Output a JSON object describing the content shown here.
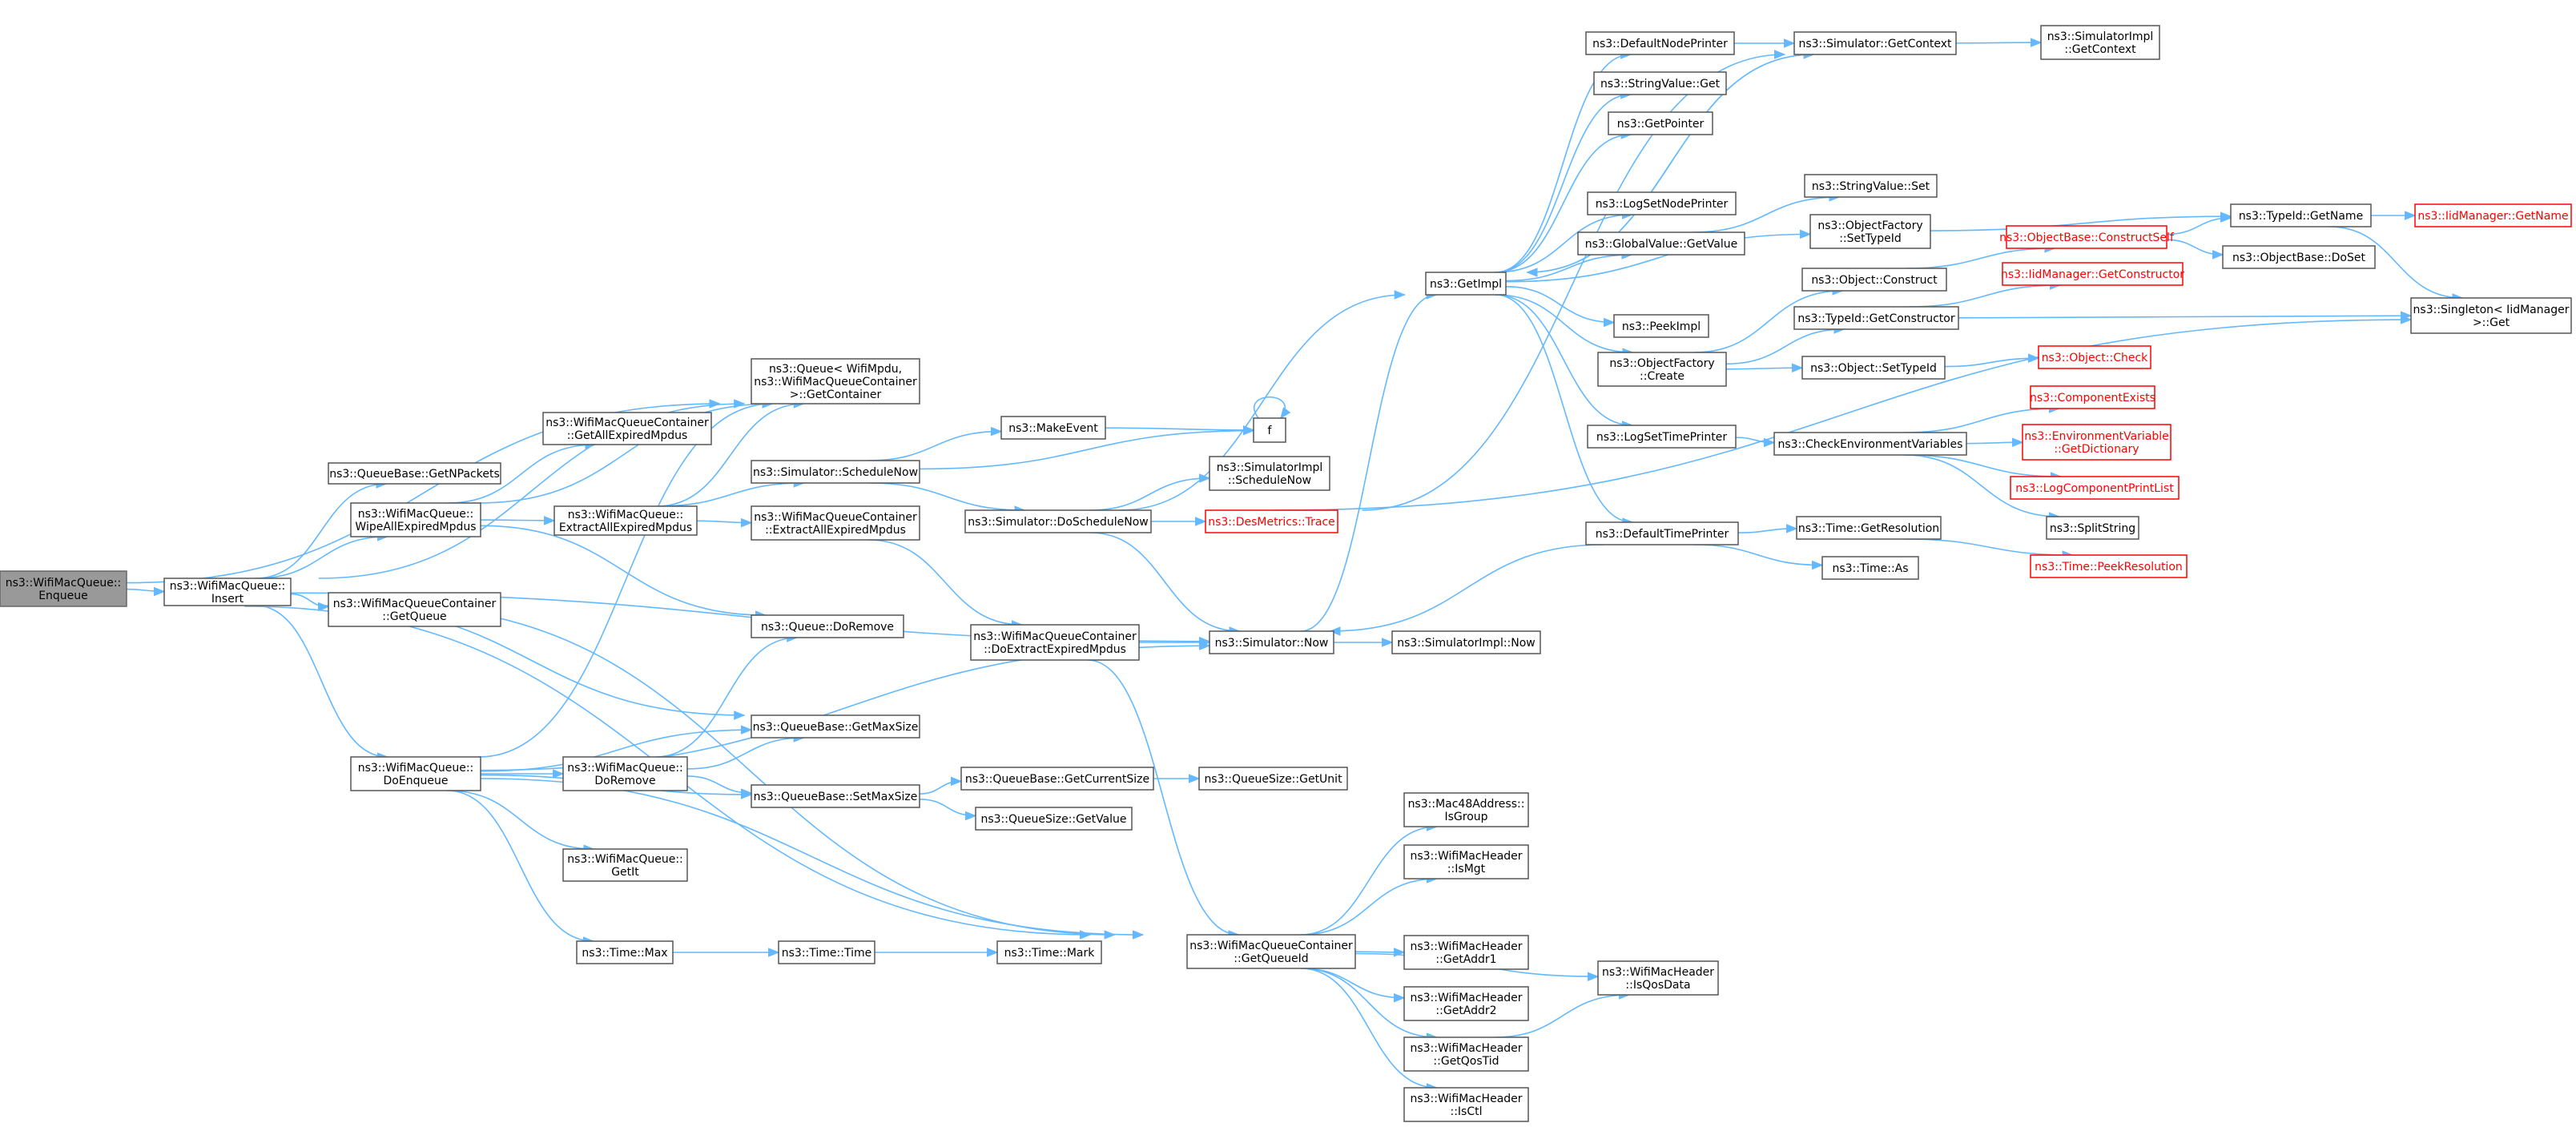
{
  "colors": {
    "edge": "#63b8ff",
    "node_border": "#555555",
    "root_fill": "#999999",
    "incomplete_border": "#ff0000"
  },
  "nodes": [
    {
      "id": "root",
      "lines": [
        "ns3::WifiMacQueue::",
        "Enqueue"
      ],
      "style": "root"
    },
    {
      "id": "insert",
      "lines": [
        "ns3::WifiMacQueue::",
        "Insert"
      ]
    },
    {
      "id": "getcontainer",
      "lines": [
        "ns3::Queue< WifiMpdu,",
        "ns3::WifiMacQueueContainer",
        ">::GetContainer"
      ]
    },
    {
      "id": "getnpackets",
      "lines": [
        "ns3::QueueBase::GetNPackets"
      ]
    },
    {
      "id": "wipeall",
      "lines": [
        "ns3::WifiMacQueue::",
        "WipeAllExpiredMpdus"
      ]
    },
    {
      "id": "getallexpired",
      "lines": [
        "ns3::WifiMacQueueContainer",
        "::GetAllExpiredMpdus"
      ]
    },
    {
      "id": "extractall",
      "lines": [
        "ns3::WifiMacQueue::",
        "ExtractAllExpiredMpdus"
      ]
    },
    {
      "id": "cont_extractall",
      "lines": [
        "ns3::WifiMacQueueContainer",
        "::ExtractAllExpiredMpdus"
      ]
    },
    {
      "id": "cont_getqueue",
      "lines": [
        "ns3::WifiMacQueueContainer",
        "::GetQueue"
      ]
    },
    {
      "id": "queue_doremove",
      "lines": [
        "ns3::Queue::DoRemove"
      ]
    },
    {
      "id": "qb_getmaxsize",
      "lines": [
        "ns3::QueueBase::GetMaxSize"
      ]
    },
    {
      "id": "doenqueue",
      "lines": [
        "ns3::WifiMacQueue::",
        "DoEnqueue"
      ]
    },
    {
      "id": "wmq_doremove",
      "lines": [
        "ns3::WifiMacQueue::",
        "DoRemove"
      ]
    },
    {
      "id": "qb_setmaxsize",
      "lines": [
        "ns3::QueueBase::SetMaxSize"
      ]
    },
    {
      "id": "getit",
      "lines": [
        "ns3::WifiMacQueue::",
        "GetIt"
      ]
    },
    {
      "id": "time_max",
      "lines": [
        "ns3::Time::Max"
      ]
    },
    {
      "id": "time_time",
      "lines": [
        "ns3::Time::Time"
      ]
    },
    {
      "id": "time_mark",
      "lines": [
        "ns3::Time::Mark"
      ]
    },
    {
      "id": "schedulenow",
      "lines": [
        "ns3::Simulator::ScheduleNow"
      ]
    },
    {
      "id": "makeevent",
      "lines": [
        "ns3::MakeEvent"
      ]
    },
    {
      "id": "f",
      "lines": [
        "f"
      ]
    },
    {
      "id": "simimpl_schedulenow",
      "lines": [
        "ns3::SimulatorImpl",
        "::ScheduleNow"
      ]
    },
    {
      "id": "doschedulenow",
      "lines": [
        "ns3::Simulator::DoScheduleNow"
      ]
    },
    {
      "id": "desmetrics",
      "lines": [
        "ns3::DesMetrics::Trace"
      ],
      "style": "red"
    },
    {
      "id": "doextractexpired",
      "lines": [
        "ns3::WifiMacQueueContainer",
        "::DoExtractExpiredMpdus"
      ]
    },
    {
      "id": "sim_now",
      "lines": [
        "ns3::Simulator::Now"
      ]
    },
    {
      "id": "simimpl_now",
      "lines": [
        "ns3::SimulatorImpl::Now"
      ]
    },
    {
      "id": "qb_getcurrentsize",
      "lines": [
        "ns3::QueueBase::GetCurrentSize"
      ]
    },
    {
      "id": "qs_getunit",
      "lines": [
        "ns3::QueueSize::GetUnit"
      ]
    },
    {
      "id": "qs_getvalue",
      "lines": [
        "ns3::QueueSize::GetValue"
      ]
    },
    {
      "id": "getqueueid",
      "lines": [
        "ns3::WifiMacQueueContainer",
        "::GetQueueId"
      ]
    },
    {
      "id": "isgroup",
      "lines": [
        "ns3::Mac48Address::",
        "IsGroup"
      ]
    },
    {
      "id": "ismgt",
      "lines": [
        "ns3::WifiMacHeader",
        "::IsMgt"
      ]
    },
    {
      "id": "getaddr1",
      "lines": [
        "ns3::WifiMacHeader",
        "::GetAddr1"
      ]
    },
    {
      "id": "getaddr2",
      "lines": [
        "ns3::WifiMacHeader",
        "::GetAddr2"
      ]
    },
    {
      "id": "getqostid",
      "lines": [
        "ns3::WifiMacHeader",
        "::GetQosTid"
      ]
    },
    {
      "id": "isctl",
      "lines": [
        "ns3::WifiMacHeader",
        "::IsCtl"
      ]
    },
    {
      "id": "isqosdata",
      "lines": [
        "ns3::WifiMacHeader",
        "::IsQosData"
      ]
    },
    {
      "id": "getimpl",
      "lines": [
        "ns3::GetImpl"
      ]
    },
    {
      "id": "defaultnodeprinter",
      "lines": [
        "ns3::DefaultNodePrinter"
      ]
    },
    {
      "id": "stringvalue_get",
      "lines": [
        "ns3::StringValue::Get"
      ]
    },
    {
      "id": "getpointer",
      "lines": [
        "ns3::GetPointer"
      ]
    },
    {
      "id": "logsetnodeprinter",
      "lines": [
        "ns3::LogSetNodePrinter"
      ]
    },
    {
      "id": "globalvalue_getvalue",
      "lines": [
        "ns3::GlobalValue::GetValue"
      ]
    },
    {
      "id": "peekimpl",
      "lines": [
        "ns3::PeekImpl"
      ]
    },
    {
      "id": "objectfactory_create",
      "lines": [
        "ns3::ObjectFactory",
        "::Create"
      ]
    },
    {
      "id": "logsettimeprinter",
      "lines": [
        "ns3::LogSetTimePrinter"
      ]
    },
    {
      "id": "defaulttimeprinter",
      "lines": [
        "ns3::DefaultTimePrinter"
      ]
    },
    {
      "id": "sim_getcontext",
      "lines": [
        "ns3::Simulator::GetContext"
      ]
    },
    {
      "id": "simimpl_getcontext",
      "lines": [
        "ns3::SimulatorImpl",
        "::GetContext"
      ]
    },
    {
      "id": "stringvalue_set",
      "lines": [
        "ns3::StringValue::Set"
      ]
    },
    {
      "id": "objectfactory_settypeid",
      "lines": [
        "ns3::ObjectFactory",
        "::SetTypeId"
      ]
    },
    {
      "id": "object_construct",
      "lines": [
        "ns3::Object::Construct"
      ]
    },
    {
      "id": "typeid_getconstructor",
      "lines": [
        "ns3::TypeId::GetConstructor"
      ]
    },
    {
      "id": "object_settypeid",
      "lines": [
        "ns3::Object::SetTypeId"
      ]
    },
    {
      "id": "checkenv",
      "lines": [
        "ns3::CheckEnvironmentVariables"
      ]
    },
    {
      "id": "time_getresolution",
      "lines": [
        "ns3::Time::GetResolution"
      ]
    },
    {
      "id": "time_as",
      "lines": [
        "ns3::Time::As"
      ]
    },
    {
      "id": "typeid_getname",
      "lines": [
        "ns3::TypeId::GetName"
      ]
    },
    {
      "id": "iidmanager_getname",
      "lines": [
        "ns3::IidManager::GetName"
      ],
      "style": "red"
    },
    {
      "id": "objectbase_constructself",
      "lines": [
        "ns3::ObjectBase::ConstructSelf"
      ],
      "style": "red"
    },
    {
      "id": "objectbase_doset",
      "lines": [
        "ns3::ObjectBase::DoSet"
      ]
    },
    {
      "id": "iidmanager_getconstructor",
      "lines": [
        "ns3::IidManager::GetConstructor"
      ],
      "style": "red"
    },
    {
      "id": "singleton_get",
      "lines": [
        "ns3::Singleton< IidManager",
        ">::Get"
      ]
    },
    {
      "id": "object_check",
      "lines": [
        "ns3::Object::Check"
      ],
      "style": "red"
    },
    {
      "id": "componentexists",
      "lines": [
        "ns3::ComponentExists"
      ],
      "style": "red"
    },
    {
      "id": "env_getdictionary",
      "lines": [
        "ns3::EnvironmentVariable",
        "::GetDictionary"
      ],
      "style": "red"
    },
    {
      "id": "logcomponentprintlist",
      "lines": [
        "ns3::LogComponentPrintList"
      ],
      "style": "red"
    },
    {
      "id": "splitstring",
      "lines": [
        "ns3::SplitString"
      ]
    },
    {
      "id": "time_peekresolution",
      "lines": [
        "ns3::Time::PeekResolution"
      ],
      "style": "red"
    }
  ],
  "edges": [
    [
      "root",
      "insert"
    ],
    [
      "root",
      "getcontainer"
    ],
    [
      "root",
      "getqueueid"
    ],
    [
      "insert",
      "getcontainer"
    ],
    [
      "insert",
      "getnpackets"
    ],
    [
      "insert",
      "wipeall"
    ],
    [
      "insert",
      "cont_getqueue"
    ],
    [
      "insert",
      "qb_getmaxsize"
    ],
    [
      "insert",
      "doenqueue"
    ],
    [
      "insert",
      "sim_now"
    ],
    [
      "insert",
      "getqueueid"
    ],
    [
      "wipeall",
      "getcontainer"
    ],
    [
      "wipeall",
      "getallexpired"
    ],
    [
      "wipeall",
      "extractall"
    ],
    [
      "wipeall",
      "queue_doremove"
    ],
    [
      "extractall",
      "getcontainer"
    ],
    [
      "extractall",
      "schedulenow"
    ],
    [
      "extractall",
      "cont_extractall"
    ],
    [
      "cont_extractall",
      "doextractexpired"
    ],
    [
      "doenqueue",
      "getcontainer"
    ],
    [
      "doenqueue",
      "sim_now"
    ],
    [
      "doenqueue",
      "qb_getmaxsize"
    ],
    [
      "doenqueue",
      "wmq_doremove"
    ],
    [
      "doenqueue",
      "qb_setmaxsize"
    ],
    [
      "doenqueue",
      "getit"
    ],
    [
      "doenqueue",
      "time_max"
    ],
    [
      "doenqueue",
      "getqueueid"
    ],
    [
      "wmq_doremove",
      "queue_doremove"
    ],
    [
      "wmq_doremove",
      "qb_getmaxsize"
    ],
    [
      "wmq_doremove",
      "qb_setmaxsize"
    ],
    [
      "qb_setmaxsize",
      "qb_getcurrentsize"
    ],
    [
      "qb_setmaxsize",
      "qs_getvalue"
    ],
    [
      "qb_getcurrentsize",
      "qs_getunit"
    ],
    [
      "time_max",
      "time_time"
    ],
    [
      "time_time",
      "time_mark"
    ],
    [
      "schedulenow",
      "makeevent"
    ],
    [
      "schedulenow",
      "f"
    ],
    [
      "schedulenow",
      "doschedulenow"
    ],
    [
      "makeevent",
      "f"
    ],
    [
      "f",
      "f"
    ],
    [
      "doschedulenow",
      "simimpl_schedulenow"
    ],
    [
      "doschedulenow",
      "desmetrics"
    ],
    [
      "doschedulenow",
      "getimpl"
    ],
    [
      "doschedulenow",
      "sim_now"
    ],
    [
      "doschedulenow",
      "singleton_get"
    ],
    [
      "desmetrics",
      "sim_getcontext"
    ],
    [
      "doextractexpired",
      "sim_now"
    ],
    [
      "doextractexpired",
      "getqueueid"
    ],
    [
      "sim_now",
      "simimpl_now"
    ],
    [
      "sim_now",
      "getimpl"
    ],
    [
      "getqueueid",
      "isgroup"
    ],
    [
      "getqueueid",
      "ismgt"
    ],
    [
      "getqueueid",
      "getaddr1"
    ],
    [
      "getqueueid",
      "getaddr2"
    ],
    [
      "getqueueid",
      "getqostid"
    ],
    [
      "getqueueid",
      "isctl"
    ],
    [
      "getqueueid",
      "isqosdata"
    ],
    [
      "getqostid",
      "isqosdata"
    ],
    [
      "getimpl",
      "defaultnodeprinter"
    ],
    [
      "getimpl",
      "stringvalue_get"
    ],
    [
      "getimpl",
      "getpointer"
    ],
    [
      "getimpl",
      "logsetnodeprinter"
    ],
    [
      "getimpl",
      "globalvalue_getvalue"
    ],
    [
      "getimpl",
      "peekimpl"
    ],
    [
      "getimpl",
      "objectfactory_create"
    ],
    [
      "getimpl",
      "logsettimeprinter"
    ],
    [
      "getimpl",
      "defaulttimeprinter"
    ],
    [
      "getimpl",
      "sim_getcontext"
    ],
    [
      "getimpl",
      "objectfactory_settypeid"
    ],
    [
      "defaultnodeprinter",
      "sim_getcontext"
    ],
    [
      "sim_getcontext",
      "simimpl_getcontext"
    ],
    [
      "sim_getcontext",
      "getimpl"
    ],
    [
      "globalvalue_getvalue",
      "stringvalue_set"
    ],
    [
      "objectfactory_settypeid",
      "typeid_getname"
    ],
    [
      "objectfactory_create",
      "object_construct"
    ],
    [
      "objectfactory_create",
      "typeid_getconstructor"
    ],
    [
      "objectfactory_create",
      "object_settypeid"
    ],
    [
      "object_construct",
      "objectbase_constructself"
    ],
    [
      "typeid_getconstructor",
      "iidmanager_getconstructor"
    ],
    [
      "typeid_getconstructor",
      "singleton_get"
    ],
    [
      "object_settypeid",
      "object_check"
    ],
    [
      "objectbase_constructself",
      "typeid_getname"
    ],
    [
      "objectbase_constructself",
      "objectbase_doset"
    ],
    [
      "typeid_getname",
      "iidmanager_getname"
    ],
    [
      "typeid_getname",
      "singleton_get"
    ],
    [
      "logsettimeprinter",
      "checkenv"
    ],
    [
      "checkenv",
      "componentexists"
    ],
    [
      "checkenv",
      "env_getdictionary"
    ],
    [
      "checkenv",
      "logcomponentprintlist"
    ],
    [
      "checkenv",
      "splitstring"
    ],
    [
      "defaulttimeprinter",
      "time_getresolution"
    ],
    [
      "defaulttimeprinter",
      "time_as"
    ],
    [
      "defaulttimeprinter",
      "sim_now"
    ],
    [
      "time_getresolution",
      "time_peekresolution"
    ]
  ]
}
